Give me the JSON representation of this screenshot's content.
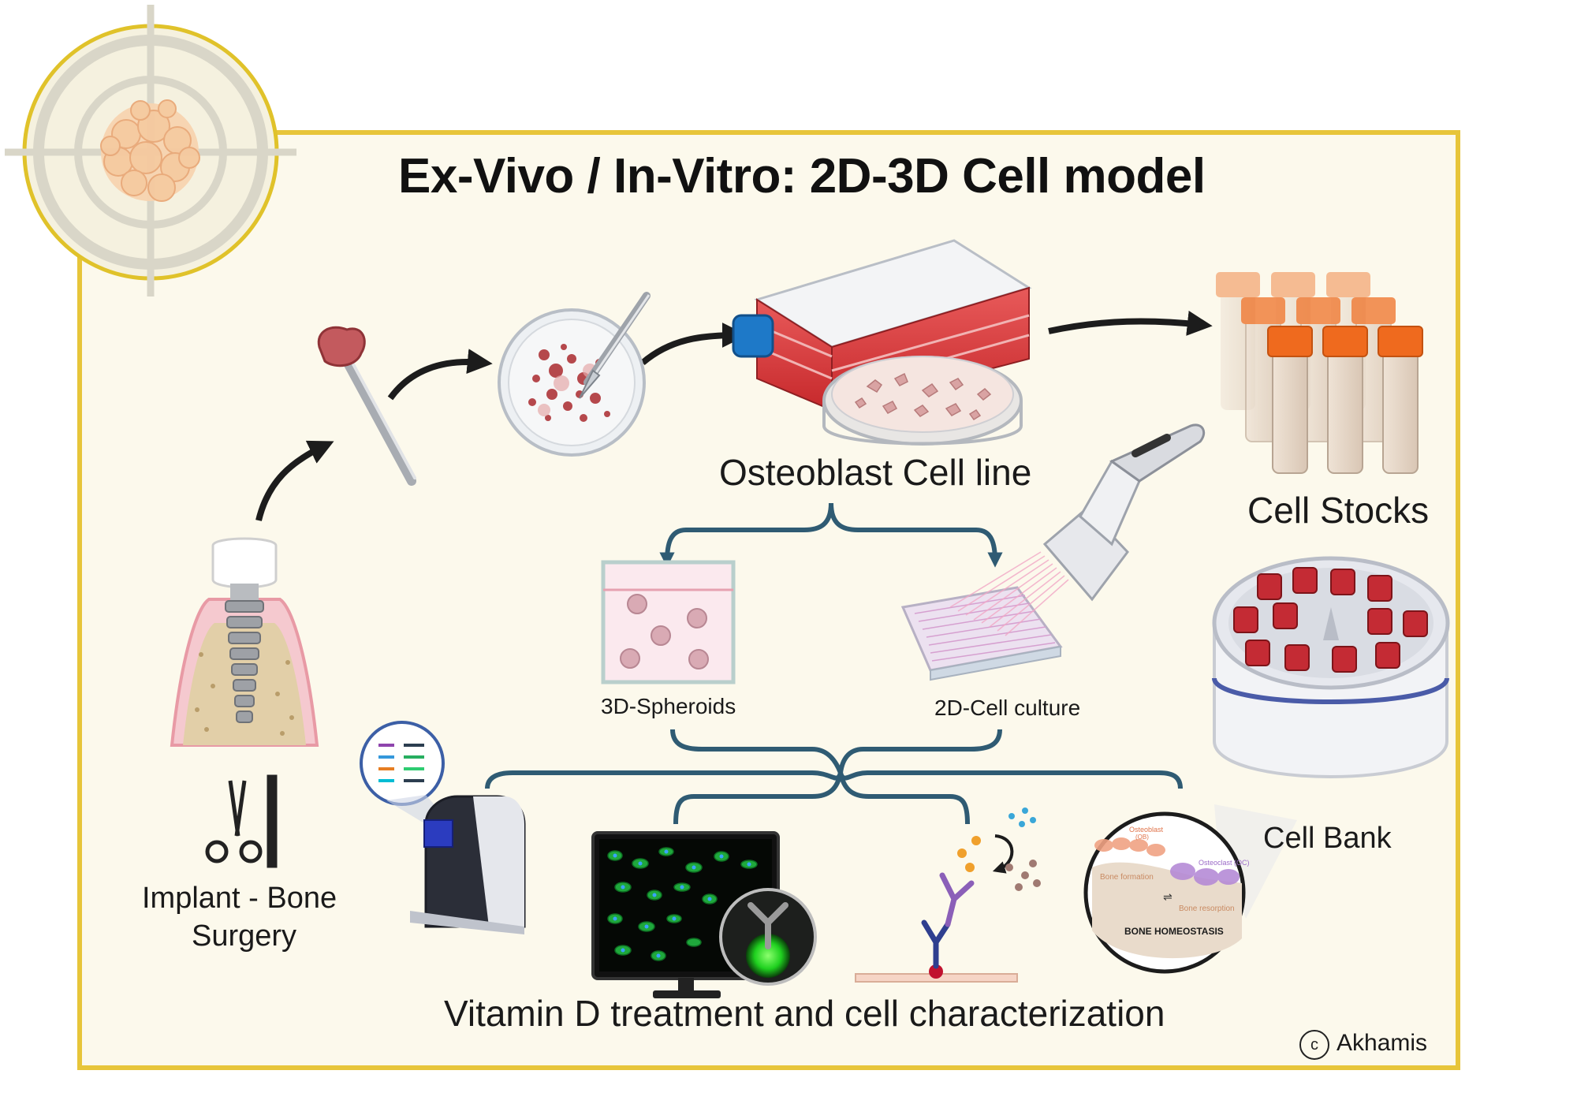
{
  "title": "Ex-Vivo / In-Vitro: 2D-3D Cell model",
  "labels": {
    "osteoblast": "Osteoblast Cell line",
    "cell_stocks": "Cell Stocks",
    "spheroids": "3D-Spheroids",
    "culture_2d": "2D-Cell culture",
    "cell_bank": "Cell Bank",
    "implant_line1": "Implant - Bone",
    "implant_line2": "Surgery",
    "vitamin": "Vitamin D treatment and cell characterization"
  },
  "homeostasis": {
    "osteoblast": "Osteoblast",
    "ob": "(OB)",
    "osteoclast": "Osteoclast (OC)",
    "bone_formation": "Bone formation",
    "bone_resorption": "Bone resorption",
    "caption": "BONE HOMEOSTASIS"
  },
  "copyright": {
    "symbol": "c",
    "author": "Akhamis"
  },
  "colors": {
    "panel_fill": "#fcf9ec",
    "panel_border": "#e7c53a",
    "bracket": "#2f5b73",
    "arrow": "#1c1c1c"
  }
}
